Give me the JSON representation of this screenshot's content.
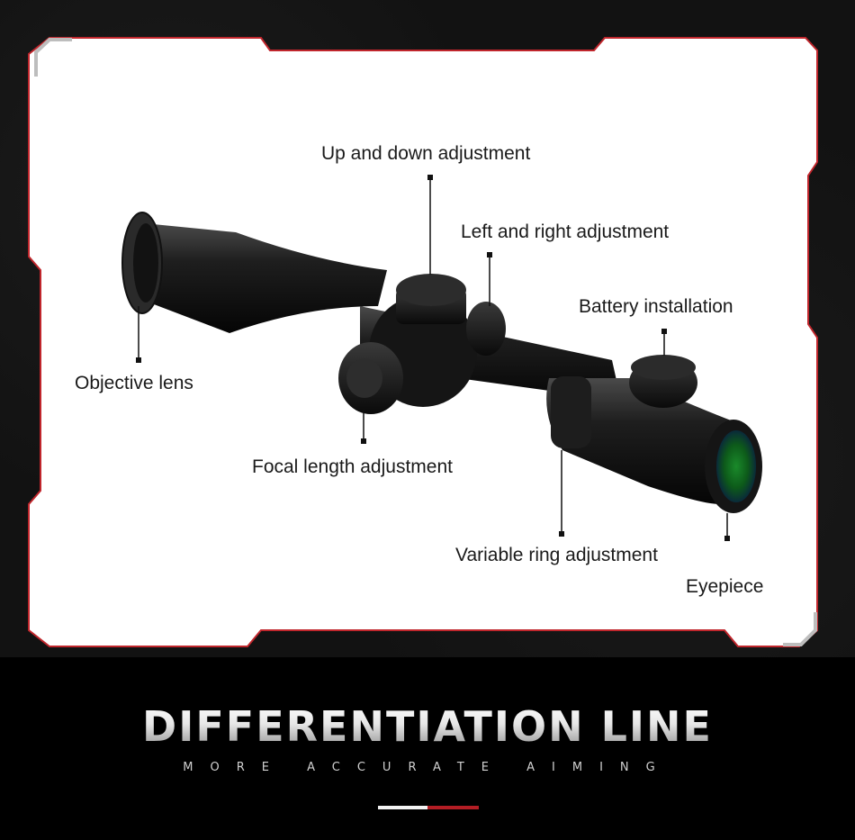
{
  "labels": {
    "up_down": "Up and down adjustment",
    "left_right": "Left and right adjustment",
    "battery": "Battery installation",
    "objective": "Objective lens",
    "focal": "Focal length adjustment",
    "variable": "Variable ring adjustment",
    "eyepiece": "Eyepiece"
  },
  "headline": "DIFFERENTIATION LINE",
  "tagline": "MORE ACCURATE AIMING",
  "colors": {
    "accent_red": "#b31d24",
    "panel_bg": "#ffffff",
    "page_bg": "#0f0f0f"
  }
}
